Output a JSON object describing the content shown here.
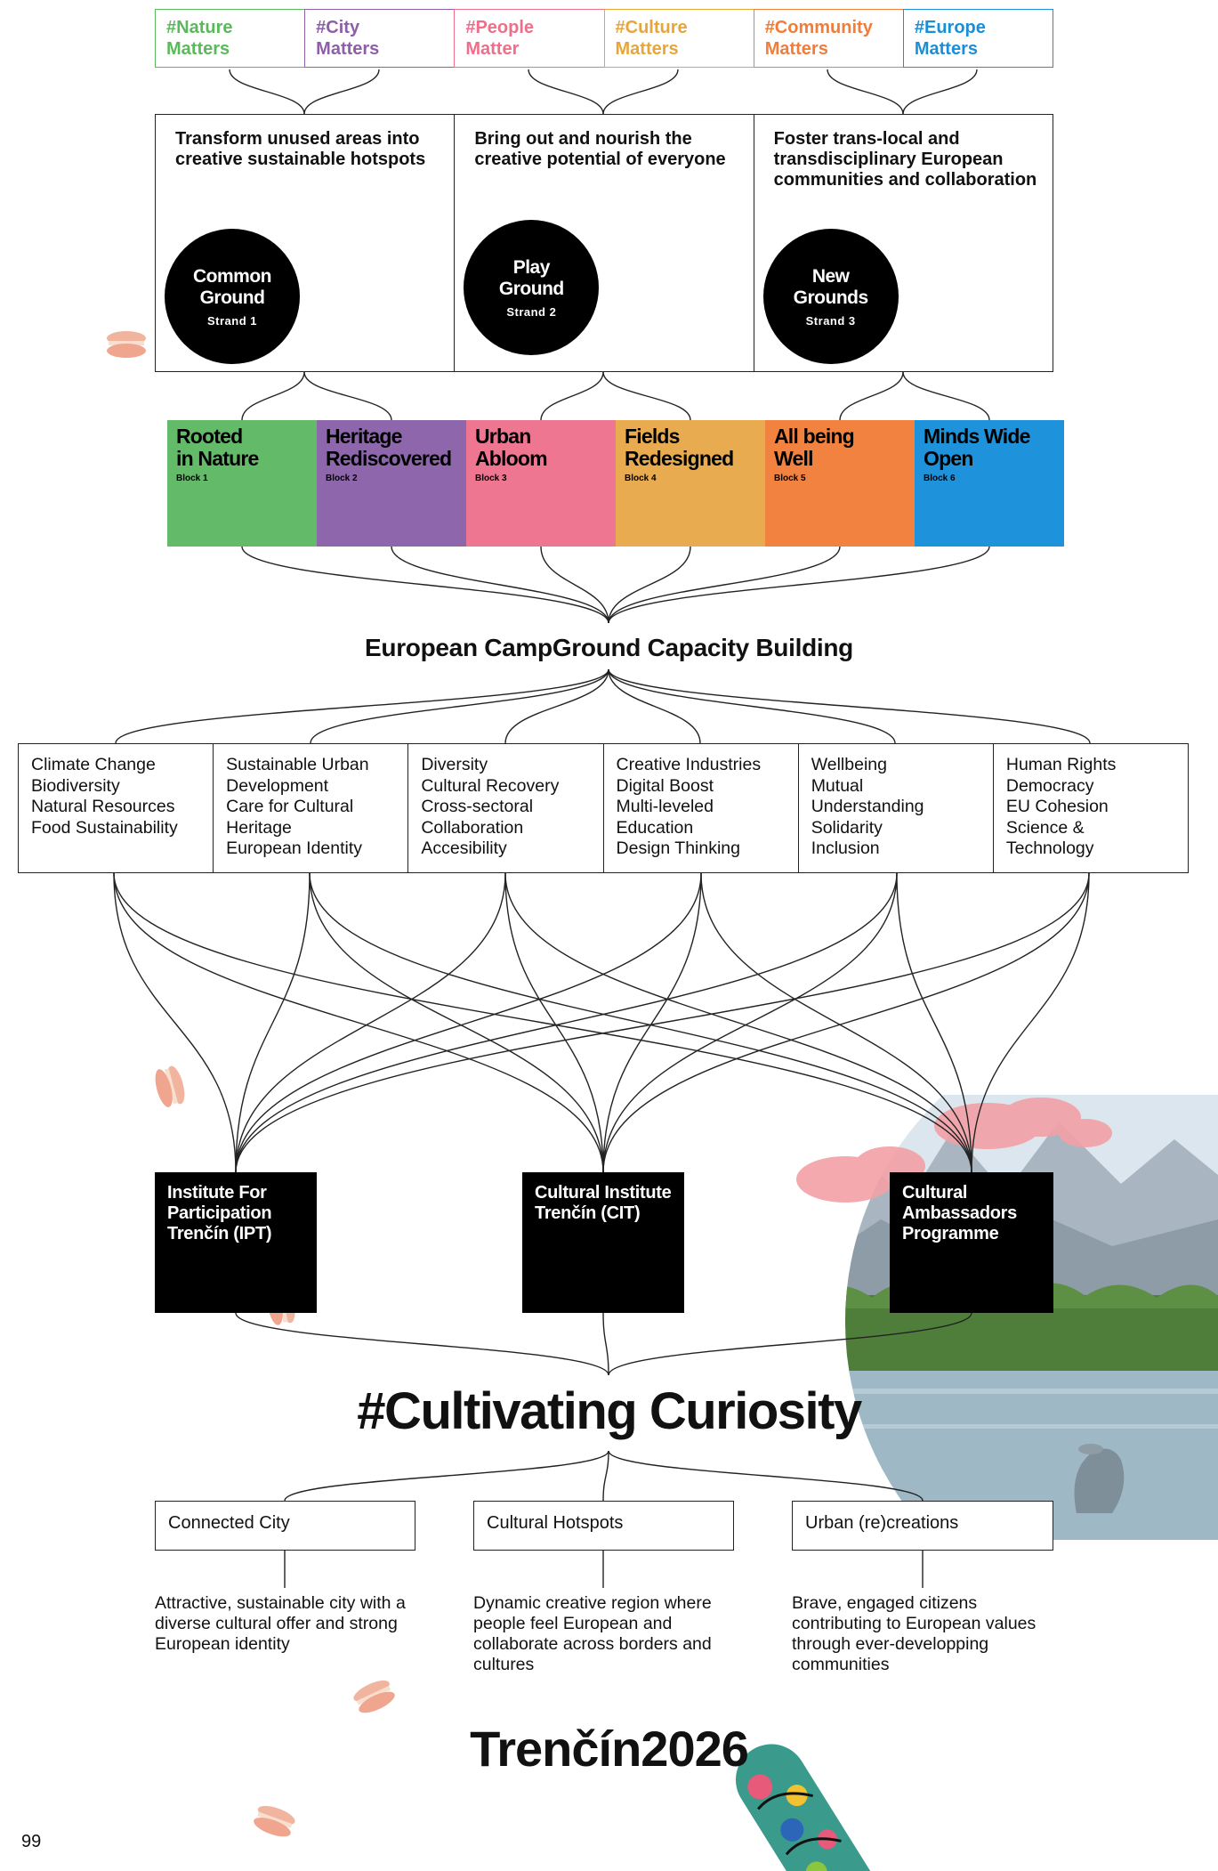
{
  "tags": [
    {
      "line1": "#Nature",
      "line2": "Matters",
      "color": "#5cb85c"
    },
    {
      "line1": "#City",
      "line2": "Matters",
      "color": "#8e5fa8"
    },
    {
      "line1": "#People",
      "line2": "Matter",
      "color": "#ef6f8a"
    },
    {
      "line1": "#Culture",
      "line2": "Matters",
      "color": "#e8a63a"
    },
    {
      "line1": "#Community",
      "line2": "Matters",
      "color": "#f07d3a"
    },
    {
      "line1": "#Europe",
      "line2": "Matters",
      "color": "#1a8fd8"
    }
  ],
  "strands": [
    {
      "text": "Transform unused areas into creative sustainable hotspots",
      "name": "Common\nGround",
      "number": "Strand 1"
    },
    {
      "text": "Bring out and nourish the creative potential of everyone",
      "name": "Play\nGround",
      "number": "Strand 2"
    },
    {
      "text": "Foster trans-local and transdisciplinary European communities and collaboration",
      "name": "New\nGrounds",
      "number": "Strand 3"
    }
  ],
  "blocks": [
    {
      "name": "Rooted\nin Nature",
      "number": "Block 1",
      "color": "#63bb6a"
    },
    {
      "name": "Heritage\nRediscovered",
      "number": "Block 2",
      "color": "#8d66ab"
    },
    {
      "name": "Urban\nAbloom",
      "number": "Block 3",
      "color": "#ef7690"
    },
    {
      "name": "Fields\nRedesigned",
      "number": "Block 4",
      "color": "#e9ab4f"
    },
    {
      "name": "All being\nWell",
      "number": "Block 5",
      "color": "#f2823f"
    },
    {
      "name": "Minds Wide\nOpen",
      "number": "Block 6",
      "color": "#1e92da"
    }
  ],
  "capacity_title": "European CampGround Capacity Building",
  "themes": [
    [
      "Climate Change",
      "Biodiversity",
      "Natural Resources",
      "Food Sustainability"
    ],
    [
      "Sustainable Urban",
      "Development",
      "Care for Cultural",
      "Heritage",
      "European Identity"
    ],
    [
      "Diversity",
      "Cultural Recovery",
      "Cross-sectoral",
      "Collaboration",
      "Accesibility"
    ],
    [
      "Creative Industries",
      "Digital Boost",
      "Multi-leveled",
      "Education",
      "Design Thinking"
    ],
    [
      "Wellbeing",
      "Mutual",
      "Understanding",
      "Solidarity",
      "Inclusion"
    ],
    [
      "Human Rights",
      "Democracy",
      "EU Cohesion",
      "Science &",
      "Technology"
    ]
  ],
  "institutions": [
    "Institute For Participation Trenčín (IPT)",
    "Cultural Institute Trenčín (CIT)",
    "Cultural Ambassadors Programme"
  ],
  "motto": "#Cultivating Curiosity",
  "outcomes": [
    {
      "title": "Connected City",
      "description": "Attractive, sustainable city with a diverse cultural offer and strong European identity"
    },
    {
      "title": "Cultural Hotspots",
      "description": "Dynamic creative region where people feel European and collaborate across borders and cultures"
    },
    {
      "title": "Urban (re)creations",
      "description": "Brave, engaged citizens contributing to European values through ever-developping communities"
    }
  ],
  "brand": "Trenčín2026",
  "page_number": "99"
}
